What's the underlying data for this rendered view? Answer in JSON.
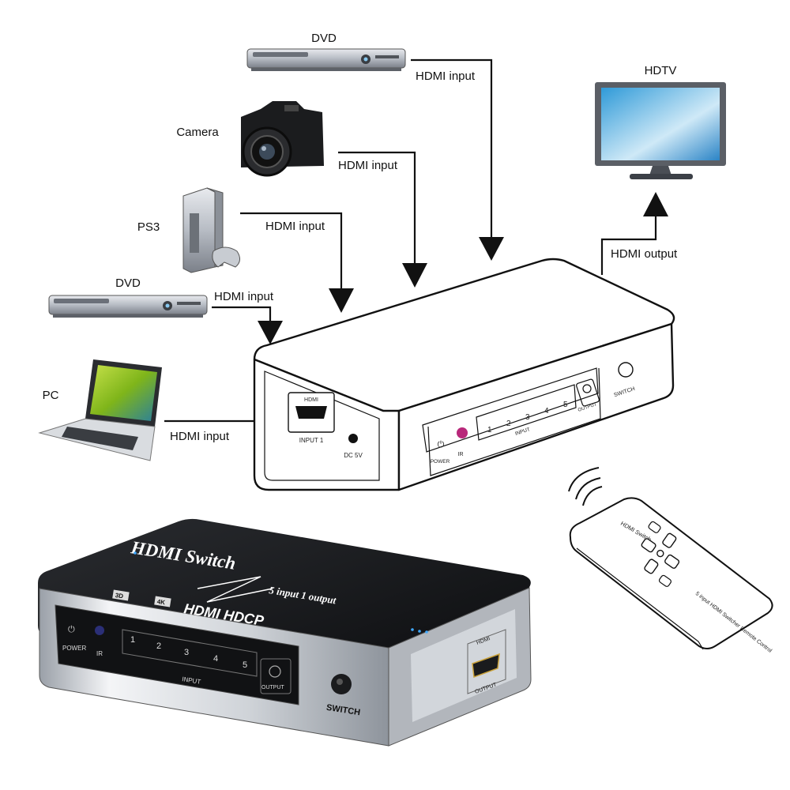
{
  "devices": {
    "dvd_top": "DVD",
    "camera": "Camera",
    "ps3": "PS3",
    "dvd_mid": "DVD",
    "pc": "PC",
    "hdtv": "HDTV"
  },
  "connections": {
    "hdmi_input": "HDMI input",
    "hdmi_output": "HDMI output"
  },
  "switch_drawing": {
    "port_hdmi": "HDMI",
    "port_input1": "INPUT 1",
    "dc": "DC 5V",
    "power": "POWER",
    "ir": "IR",
    "inputs": [
      "1",
      "2",
      "3",
      "4",
      "5"
    ],
    "input_label": "INPUT",
    "output": "OUTPUT",
    "switch": "SWITCH"
  },
  "product": {
    "brand": "HDMI Switch",
    "subtitle": "5 input 1 output",
    "badges": [
      "3D",
      "4K"
    ],
    "hdcp": "HDMI HDCP",
    "power": "POWER",
    "ir": "IR",
    "inputs": [
      "1",
      "2",
      "3",
      "4",
      "5"
    ],
    "input_label": "INPUT",
    "output": "OUTPUT",
    "switch": "SWITCH",
    "hdmi_port": "HDMI",
    "output_port": "OUTPUT"
  },
  "remote": {
    "title": "HDMI Switch",
    "side_text": "5 input HDMI Switcher Remote Control"
  }
}
